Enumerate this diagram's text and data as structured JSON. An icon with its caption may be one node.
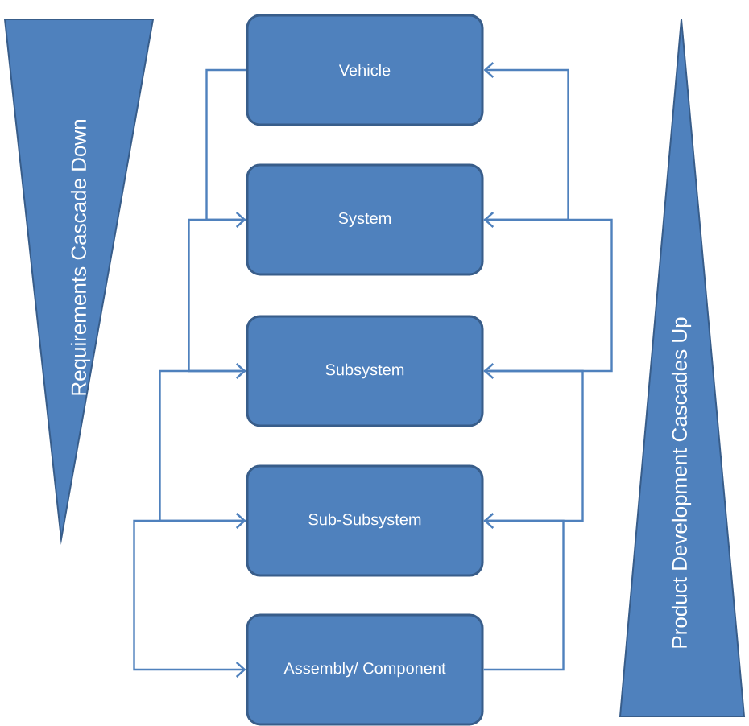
{
  "diagram": {
    "nodes": [
      {
        "text": [
          "Requirements Cascade Down"
        ]
      },
      {
        "text": [
          "Vehicle"
        ]
      },
      {
        "text": [
          "System"
        ]
      },
      {
        "text": [
          "Subsystem"
        ]
      },
      {
        "text": [
          "Sub-Subsystem"
        ]
      },
      {
        "text": [
          "Assembly/ Component"
        ]
      },
      {
        "text": [
          "Product Development Cascades Up"
        ]
      }
    ],
    "edges": [
      {
        "from": 1,
        "to": 2,
        "arrow": "to"
      },
      {
        "from": 2,
        "to": 3,
        "arrow": "to"
      },
      {
        "from": 3,
        "to": 4,
        "arrow": "to"
      },
      {
        "from": 4,
        "to": 5,
        "arrow": "to"
      },
      {
        "from": 2,
        "to": 1,
        "arrow": "to"
      },
      {
        "from": 3,
        "to": 2,
        "arrow": "to"
      },
      {
        "from": 4,
        "to": 3,
        "arrow": "to"
      },
      {
        "from": 5,
        "to": 4,
        "arrow": "to"
      }
    ]
  }
}
